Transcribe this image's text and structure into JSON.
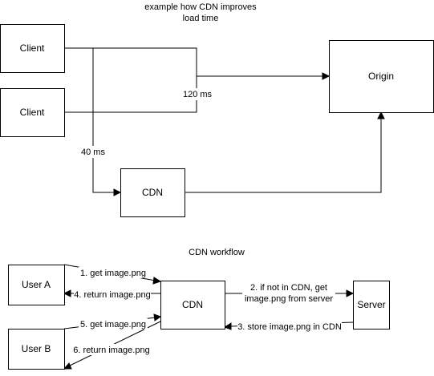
{
  "diagram1": {
    "title_line1": "example how CDN improves",
    "title_line2": "load time",
    "client_top": "Client",
    "client_bottom": "Client",
    "cdn": "CDN",
    "origin": "Origin",
    "latency_origin": "120 ms",
    "latency_cdn": "40 ms"
  },
  "diagram2": {
    "title": "CDN workflow",
    "user_a": "User A",
    "user_b": "User B",
    "cdn": "CDN",
    "server": "Server",
    "step1": "1. get image.png",
    "step2_line1": "2. if not in CDN, get",
    "step2_line2": "image.png from server",
    "step3": "3. store image.png in CDN",
    "step4": "4. return image.png",
    "step5": "5. get image.png",
    "step6": "6. return image.png"
  }
}
